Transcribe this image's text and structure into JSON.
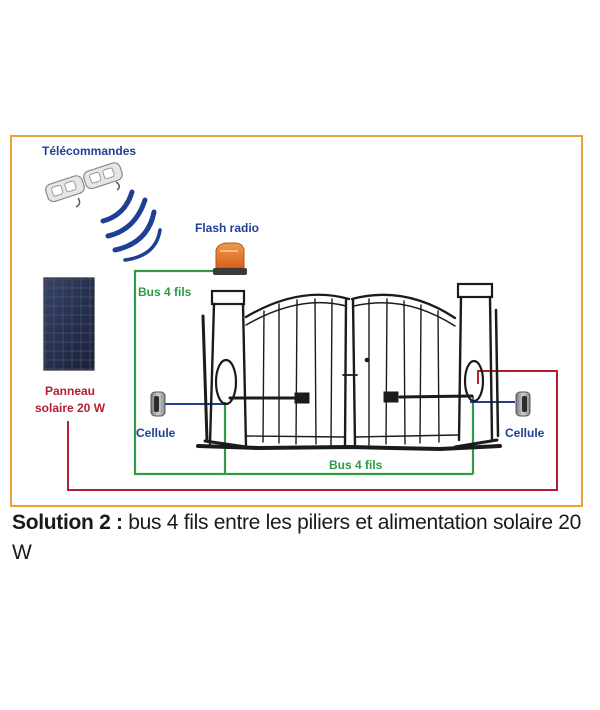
{
  "labels": {
    "remotes": "Télécommandes",
    "flash": "Flash radio",
    "bus_top": "Bus 4 fils",
    "bus_bottom": "Bus 4 fils",
    "panel_line1": "Panneau",
    "panel_line2": "solaire 20 W",
    "cell_left": "Cellule",
    "cell_right": "Cellule"
  },
  "caption": {
    "prefix": "Solution 2 :",
    "text": "bus 4 fils entre les piliers et alimentation solaire 20 W"
  },
  "colors": {
    "frame": "#e8a33a",
    "bus_wire": "#2e9a46",
    "power_wire": "#b41e30",
    "signal_wire": "#1f3f95",
    "label_blue": "#1f3f95",
    "label_red": "#b41e30",
    "label_green": "#2e9a46",
    "flash": "#e8742a"
  }
}
